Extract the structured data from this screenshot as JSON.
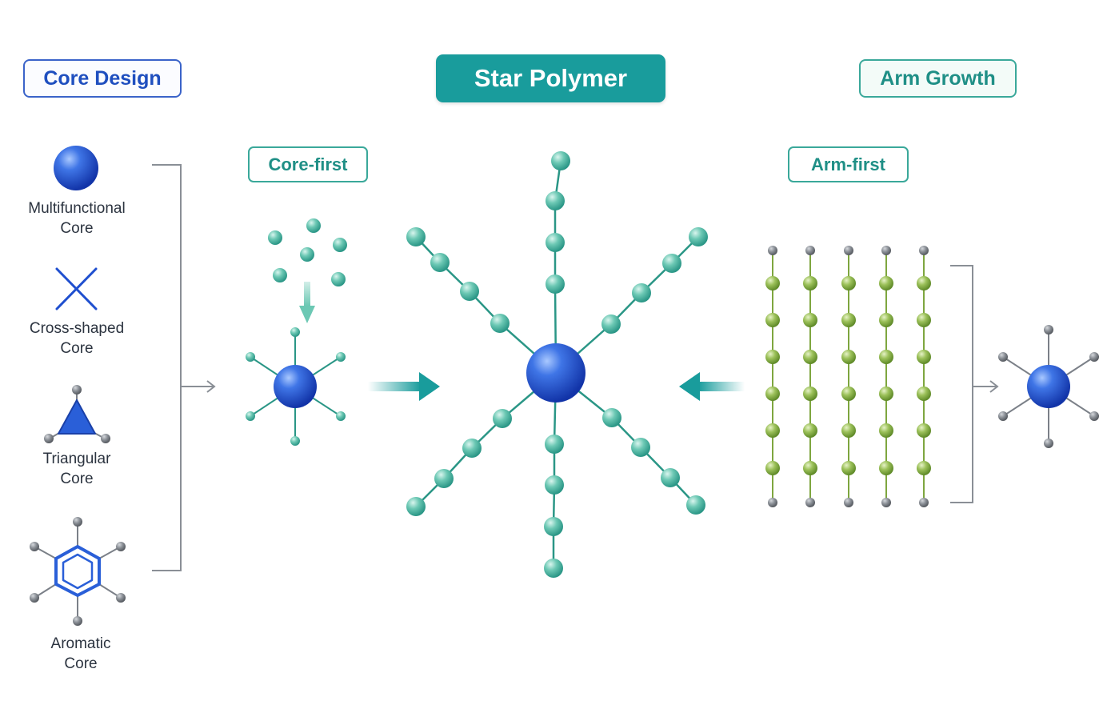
{
  "headers": {
    "core_design": "Core Design",
    "star_polymer": "Star Polymer",
    "arm_growth": "Arm Growth"
  },
  "methods": {
    "core_first": "Core-first",
    "arm_first": "Arm-first"
  },
  "core_types": [
    {
      "line1": "Multifunctional",
      "line2": "Core",
      "icon": "sphere-icon"
    },
    {
      "line1": "Cross-shaped",
      "line2": "Core",
      "icon": "cross-icon"
    },
    {
      "line1": "Triangular",
      "line2": "Core",
      "icon": "triangle-icon"
    },
    {
      "line1": "Aromatic",
      "line2": "Core",
      "icon": "benzene-ring-icon"
    }
  ],
  "colors": {
    "core_blue": "#1f4fcf",
    "teal": "#199c9c",
    "monomer_teal": "#6cc8b4",
    "arm_green": "#8ab44a",
    "end_gray": "#7b8088",
    "bracket_gray": "#8a8f96"
  }
}
